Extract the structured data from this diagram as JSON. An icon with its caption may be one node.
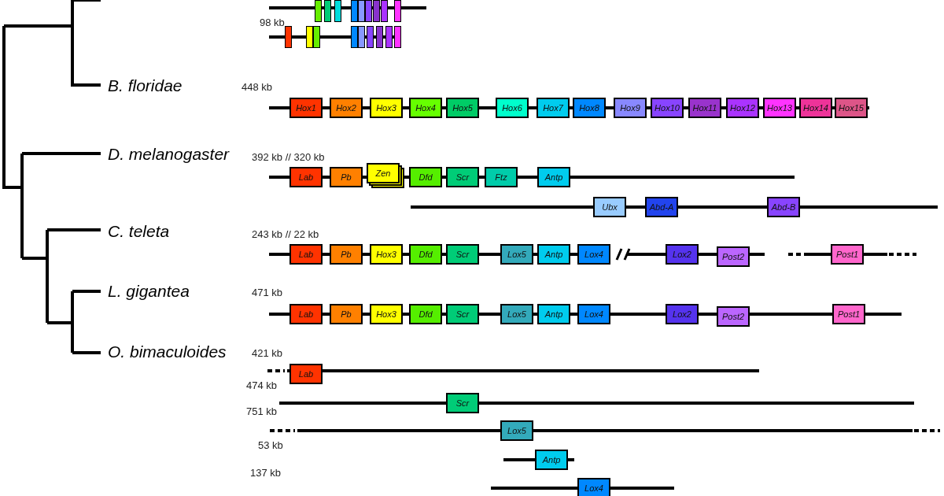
{
  "diagram": {
    "nodes": [
      {
        "text": [],
        "shape": "bar"
      },
      {
        "text": [],
        "shape": "bar"
      },
      {
        "text": [],
        "shape": "bar"
      },
      {
        "text": [],
        "shape": "bar"
      },
      {
        "text": [],
        "shape": "bar"
      },
      {
        "text": [],
        "shape": "bar"
      },
      {
        "text": [],
        "shape": "bar"
      },
      {
        "text": [],
        "shape": "bar"
      },
      {
        "text": [],
        "shape": "bar"
      },
      {
        "text": [],
        "shape": "bar"
      },
      {
        "text": [],
        "shape": "bar"
      },
      {
        "text": [],
        "shape": "bar"
      },
      {
        "text": [],
        "shape": "bar"
      },
      {
        "text": [],
        "shape": "bar"
      },
      {
        "text": [],
        "shape": "bar"
      },
      {
        "text": [],
        "shape": "bar"
      },
      {
        "text": [],
        "shape": "bar"
      },
      {
        "text": [],
        "shape": "bar"
      },
      {
        "text": [
          "Hox1"
        ]
      },
      {
        "text": [
          "Hox2"
        ]
      },
      {
        "text": [
          "Hox3"
        ]
      },
      {
        "text": [
          "Hox4"
        ]
      },
      {
        "text": [
          "Hox5"
        ]
      },
      {
        "text": [
          "Hox6"
        ]
      },
      {
        "text": [
          "Hox7"
        ]
      },
      {
        "text": [
          "Hox8"
        ]
      },
      {
        "text": [
          "Hox9"
        ]
      },
      {
        "text": [
          "Hox10"
        ]
      },
      {
        "text": [
          "Hox11"
        ]
      },
      {
        "text": [
          "Hox12"
        ]
      },
      {
        "text": [
          "Hox13"
        ]
      },
      {
        "text": [
          "Hox14"
        ]
      },
      {
        "text": [
          "Hox15"
        ]
      },
      {
        "text": [
          "Lab"
        ]
      },
      {
        "text": [
          "Pb"
        ]
      },
      {
        "text": [
          "Zen"
        ]
      },
      {
        "text": [
          "Dfd"
        ]
      },
      {
        "text": [
          "Scr"
        ]
      },
      {
        "text": [
          "Ftz"
        ]
      },
      {
        "text": [
          "Antp"
        ]
      },
      {
        "text": [
          "Ubx"
        ]
      },
      {
        "text": [
          "Abd-A"
        ]
      },
      {
        "text": [
          "Abd-B"
        ]
      },
      {
        "text": [
          "Lab"
        ]
      },
      {
        "text": [
          "Pb"
        ]
      },
      {
        "text": [
          "Hox3"
        ]
      },
      {
        "text": [
          "Dfd"
        ]
      },
      {
        "text": [
          "Scr"
        ]
      },
      {
        "text": [
          "Lox5"
        ]
      },
      {
        "text": [
          "Antp"
        ]
      },
      {
        "text": [
          "Lox4"
        ]
      },
      {
        "text": [
          "Lox2"
        ]
      },
      {
        "text": [
          "Post2"
        ]
      },
      {
        "text": [
          "Post1"
        ]
      },
      {
        "text": [
          "Lab"
        ]
      },
      {
        "text": [
          "Pb"
        ]
      },
      {
        "text": [
          "Hox3"
        ]
      },
      {
        "text": [
          "Dfd"
        ]
      },
      {
        "text": [
          "Scr"
        ]
      },
      {
        "text": [
          "Lox5"
        ]
      },
      {
        "text": [
          "Antp"
        ]
      },
      {
        "text": [
          "Lox4"
        ]
      },
      {
        "text": [
          "Lox2"
        ]
      },
      {
        "text": [
          "Post2"
        ]
      },
      {
        "text": [
          "Post1"
        ]
      },
      {
        "text": [
          "Lab"
        ]
      },
      {
        "text": [
          "Scr"
        ]
      },
      {
        "text": [
          "Lox5"
        ]
      },
      {
        "text": [
          "Antp"
        ]
      },
      {
        "text": [
          "Lox4"
        ]
      }
    ],
    "labels": [
      "98 kb",
      "B. floridae",
      "448 kb",
      "D. melanogaster",
      "392 kb // 320 kb",
      "C. teleta",
      "243 kb // 22 kb",
      "L. gigantea",
      "471 kb",
      "O. bimaculoides",
      "421 kb",
      "474 kb",
      "751 kb",
      "53 kb",
      "137 kb"
    ]
  }
}
